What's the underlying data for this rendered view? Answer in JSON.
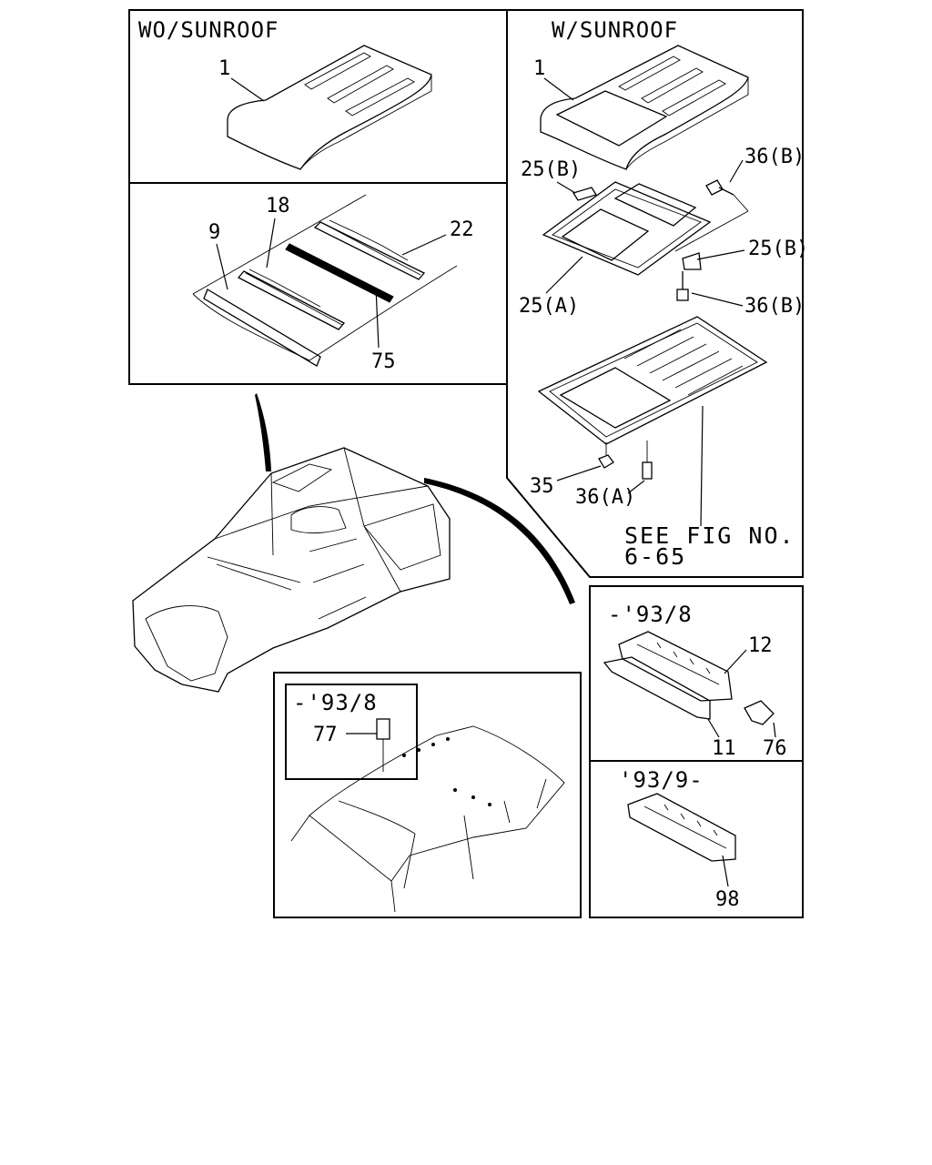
{
  "panels": {
    "wo_sunroof": {
      "header": "WO/SUNROOF",
      "labels": {
        "roof": "1"
      }
    },
    "w_sunroof": {
      "header": "W/SUNROOF",
      "labels": {
        "roof": "1",
        "clip_top": "25(B)",
        "bolt_top": "36(B)",
        "clip_right": "25(B)",
        "bolt_right": "36(B)",
        "frame": "25(A)",
        "nut": "35",
        "bolt_bottom": "36(A)"
      },
      "reference": {
        "line1": "SEE FIG NO.",
        "line2": "6-65"
      }
    },
    "roof_bows": {
      "labels": {
        "front_rail": "9",
        "bow_1": "18",
        "bow_2": "22",
        "strip": "75"
      }
    },
    "rear_93_8": {
      "header": "-'93/8",
      "labels": {
        "cover": "12",
        "panel": "11",
        "bracket": "76"
      }
    },
    "rear_93_9": {
      "header": "'93/9-",
      "labels": {
        "cover": "98"
      }
    },
    "roof_bolt_93_8": {
      "header": "-'93/8",
      "labels": {
        "bolt": "77"
      }
    }
  }
}
